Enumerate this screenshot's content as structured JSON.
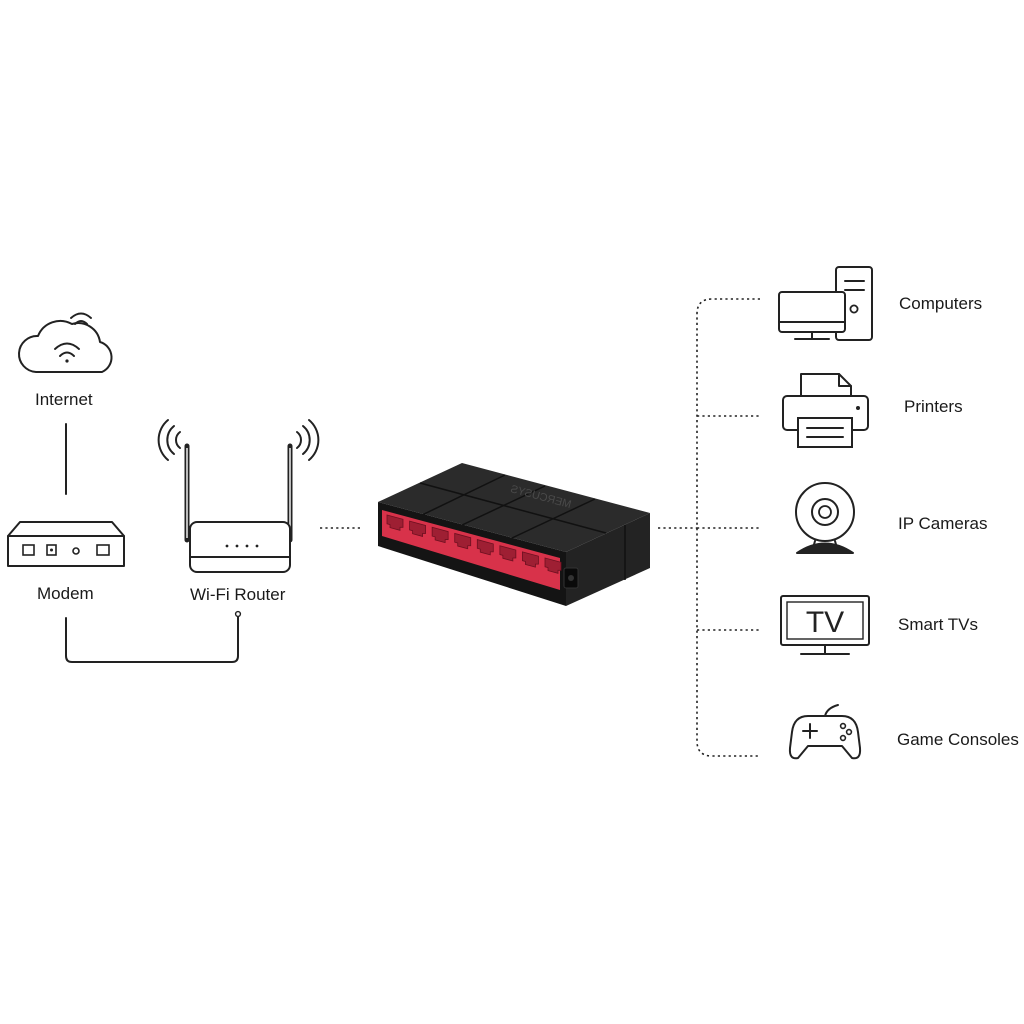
{
  "labels": {
    "internet": "Internet",
    "modem": "Modem",
    "router": "Wi-Fi Router"
  },
  "switch": {
    "brand": "MERCUSYS",
    "port_count": 8,
    "port_color": "#d8324a",
    "body_color": "#1c1c1c"
  },
  "devices": [
    {
      "id": "computers",
      "label": "Computers",
      "icon": "computer-icon"
    },
    {
      "id": "printers",
      "label": "Printers",
      "icon": "printer-icon"
    },
    {
      "id": "ip-cameras",
      "label": "IP Cameras",
      "icon": "ip-camera-icon"
    },
    {
      "id": "smart-tvs",
      "label": "Smart TVs",
      "icon": "tv-icon",
      "icon_text": "TV"
    },
    {
      "id": "game-consoles",
      "label": "Game Consoles",
      "icon": "gamepad-icon"
    }
  ]
}
